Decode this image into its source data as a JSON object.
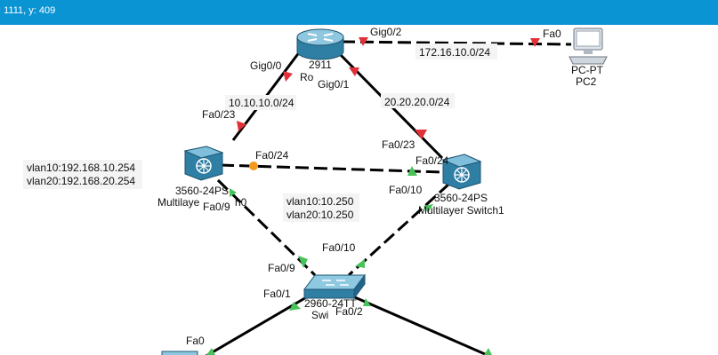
{
  "title_bar": {
    "coords_text": ": 1111, y: 409",
    "bg_color": "#0a94d4"
  },
  "colors": {
    "link_up": "#48c35a",
    "link_down": "#e03138",
    "link_wait": "#f39a1e",
    "cable": "#000000"
  },
  "devices": {
    "router": {
      "model": "2911",
      "name": "Ro"
    },
    "pc": {
      "model": "PC-PT",
      "name": "PC2"
    },
    "mls0": {
      "model": "3560-24PS",
      "name": "Multilaye",
      "name_tail": "h0"
    },
    "mls1": {
      "model": "3560-24PS",
      "name": "Multilayer Switch1"
    },
    "switch": {
      "model": "2960-24TT",
      "name": "Swi"
    }
  },
  "ports": {
    "r_gig00": "Gig0/0",
    "r_gig01": "Gig0/1",
    "r_gig02": "Gig0/2",
    "pc_fa0": "Fa0",
    "m0_fa023": "Fa0/23",
    "m0_fa024": "Fa0/24",
    "m0_fa09": "Fa0/9",
    "m1_fa023": "Fa0/23",
    "m1_fa024": "Fa0/24",
    "m1_fa010": "Fa0/10",
    "s_fa09": "Fa0/9",
    "s_fa010": "Fa0/10",
    "s_fa01": "Fa0/1",
    "s_fa02": "Fa0/2",
    "host_fa0": "Fa0"
  },
  "notes": {
    "net_left": "10.10.10.0/24",
    "net_right": "20.20.20.0/24",
    "net_pc": "172.16.10.0/24",
    "vlan_left_1": "vlan10:192.168.10.254",
    "vlan_left_2": "vlan20:192.168.20.254",
    "vlan_mid_1": "vlan10:10.250",
    "vlan_mid_2": "vlan20:10.250"
  }
}
